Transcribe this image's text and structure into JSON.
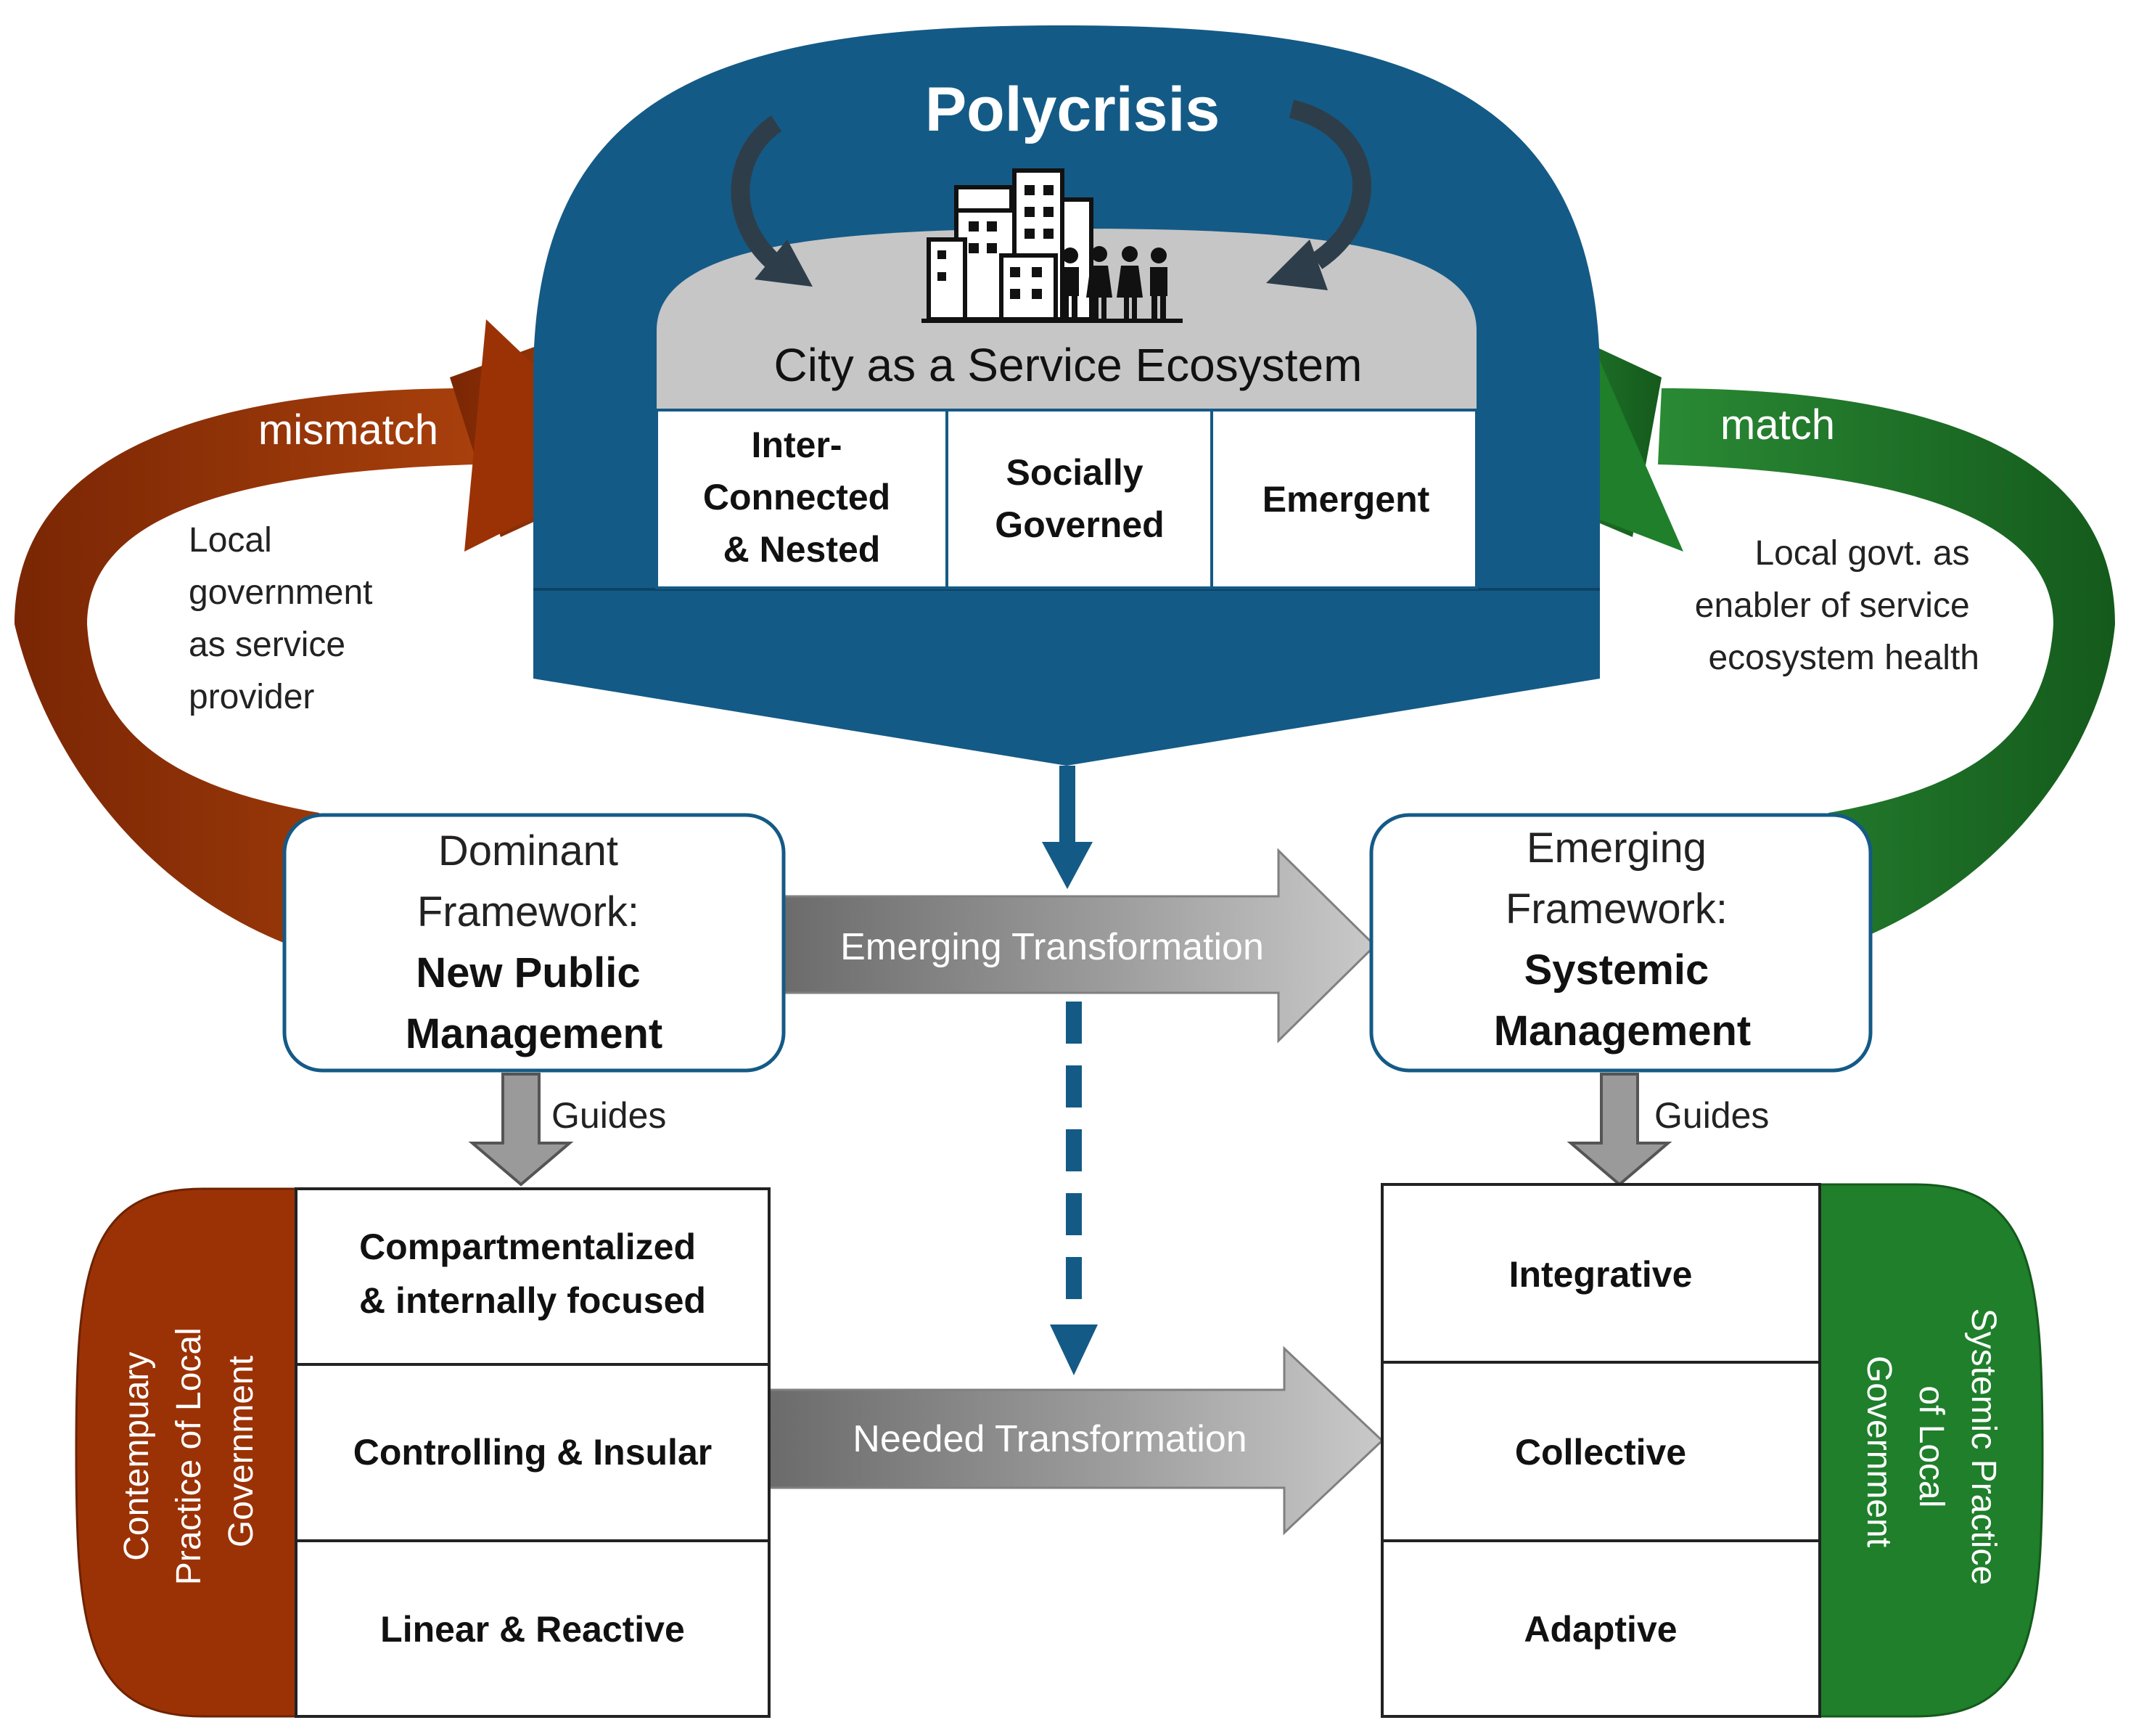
{
  "polycrisis": {
    "title": "Polycrisis"
  },
  "ecosystem": {
    "title": "City as a Service Ecosystem",
    "traits": [
      {
        "lines": [
          "Inter-",
          "Connected",
          "& Nested"
        ]
      },
      {
        "lines": [
          "Socially",
          "Governed"
        ]
      },
      {
        "lines": [
          "Emergent"
        ]
      }
    ]
  },
  "left_loop": {
    "label": "mismatch",
    "note_lines": [
      "Local",
      "government",
      "as service",
      "provider"
    ]
  },
  "right_loop": {
    "label": "match",
    "note_lines": [
      "Local govt. as",
      "enabler of service",
      "ecosystem health"
    ]
  },
  "dominant": {
    "lines": [
      "Dominant",
      "Framework:"
    ],
    "bold_lines": [
      "New Public",
      "Management"
    ]
  },
  "emerging_fw": {
    "lines": [
      "Emerging",
      "Framework:"
    ],
    "bold_lines": [
      "Systemic",
      "Management"
    ]
  },
  "arrows": {
    "emerging_transformation": "Emerging Transformation",
    "needed_transformation": "Needed Transformation",
    "guides_left": "Guides",
    "guides_right": "Guides"
  },
  "contemporary": {
    "label_lines": [
      "Contempuary",
      "Practice of Local",
      "Government"
    ],
    "rows": [
      {
        "lines": [
          "Compartmentalized",
          "& internally focused"
        ]
      },
      {
        "lines": [
          "Controlling & Insular"
        ]
      },
      {
        "lines": [
          "Linear & Reactive"
        ]
      }
    ]
  },
  "systemic": {
    "label_lines": [
      "Systemic Practice",
      "of Local",
      "Government"
    ],
    "rows": [
      {
        "lines": [
          "Integrative"
        ]
      },
      {
        "lines": [
          "Collective"
        ]
      },
      {
        "lines": [
          "Adaptive"
        ]
      }
    ]
  },
  "colors": {
    "navy": "#145a86",
    "rust": "#9b3205",
    "green": "#1f7f2b",
    "gray": "#bfbfbf",
    "arrow_gray": "#9a9a9a"
  }
}
